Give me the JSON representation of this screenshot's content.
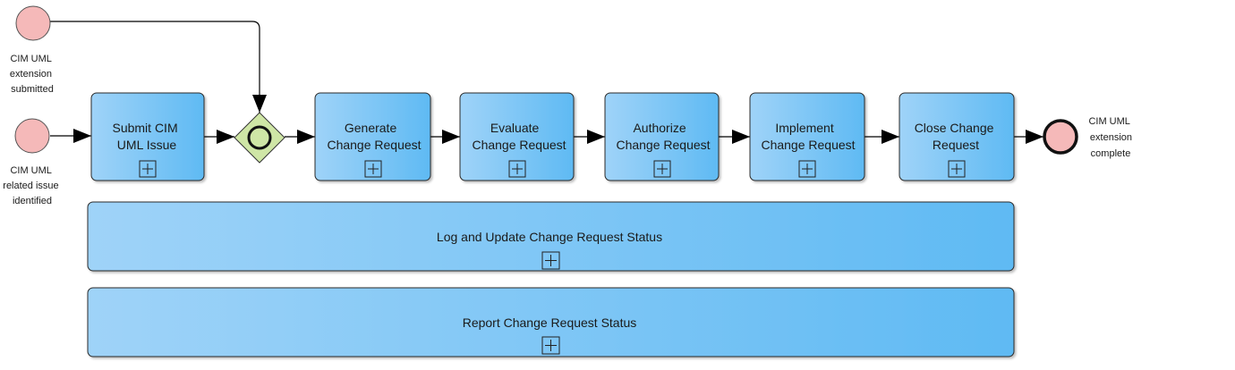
{
  "colors": {
    "task_fill_light": "#9fd3f8",
    "task_fill_dark": "#5fbaf3",
    "task_stroke": "#2b2b2b",
    "event_fill": "#f5b9b9",
    "gateway_fill": "#cfe6a6"
  },
  "events": {
    "start_submitted": {
      "label_lines": [
        "CIM UML",
        "extension",
        "submitted"
      ]
    },
    "start_related": {
      "label_lines": [
        "CIM UML",
        "related issue",
        "identified"
      ]
    },
    "end_complete": {
      "label_lines": [
        "CIM UML",
        "extension",
        "complete"
      ]
    }
  },
  "gateway": {
    "type": "inclusive-gateway-icon"
  },
  "tasks": [
    {
      "id": "submit",
      "lines": [
        "Submit CIM",
        "UML Issue"
      ]
    },
    {
      "id": "generate",
      "lines": [
        "Generate",
        "Change Request"
      ]
    },
    {
      "id": "evaluate",
      "lines": [
        "Evaluate",
        "Change Request"
      ]
    },
    {
      "id": "authorize",
      "lines": [
        "Authorize",
        "Change Request"
      ]
    },
    {
      "id": "implement",
      "lines": [
        "Implement",
        "Change Request"
      ]
    },
    {
      "id": "close",
      "lines": [
        "Close Change",
        "Request"
      ]
    }
  ],
  "wide_tasks": [
    {
      "id": "log",
      "label": "Log and Update Change Request Status"
    },
    {
      "id": "report",
      "label": "Report Change Request Status"
    }
  ],
  "subprocess_marker": "collapsed-subprocess-icon"
}
